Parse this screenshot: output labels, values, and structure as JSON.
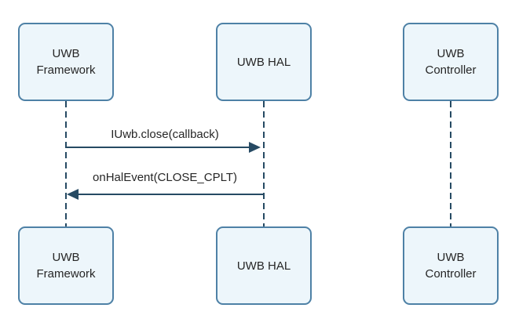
{
  "diagram": {
    "type": "sequence-diagram",
    "actors": [
      {
        "id": "uwb-framework",
        "label": "UWB Framework"
      },
      {
        "id": "uwb-hal",
        "label": "UWB HAL"
      },
      {
        "id": "uwb-controller",
        "label": "UWB Controller"
      }
    ],
    "messages": [
      {
        "from": "UWB Framework",
        "to": "UWB HAL",
        "label": "IUwb.close(callback)",
        "direction": "right",
        "line_style": "solid",
        "arrowhead": "filled-triangle"
      },
      {
        "from": "UWB HAL",
        "to": "UWB Framework",
        "label": "onHalEvent(CLOSE_CPLT)",
        "direction": "left",
        "line_style": "solid",
        "arrowhead": "filled-triangle"
      }
    ],
    "colors": {
      "background": "#ffffff",
      "box_fill": "#edf6fb",
      "box_border": "#4e81a6",
      "lifeline": "#264a63",
      "arrow": "#264a63",
      "text": "#262626"
    },
    "lifeline_style": "dashed"
  }
}
